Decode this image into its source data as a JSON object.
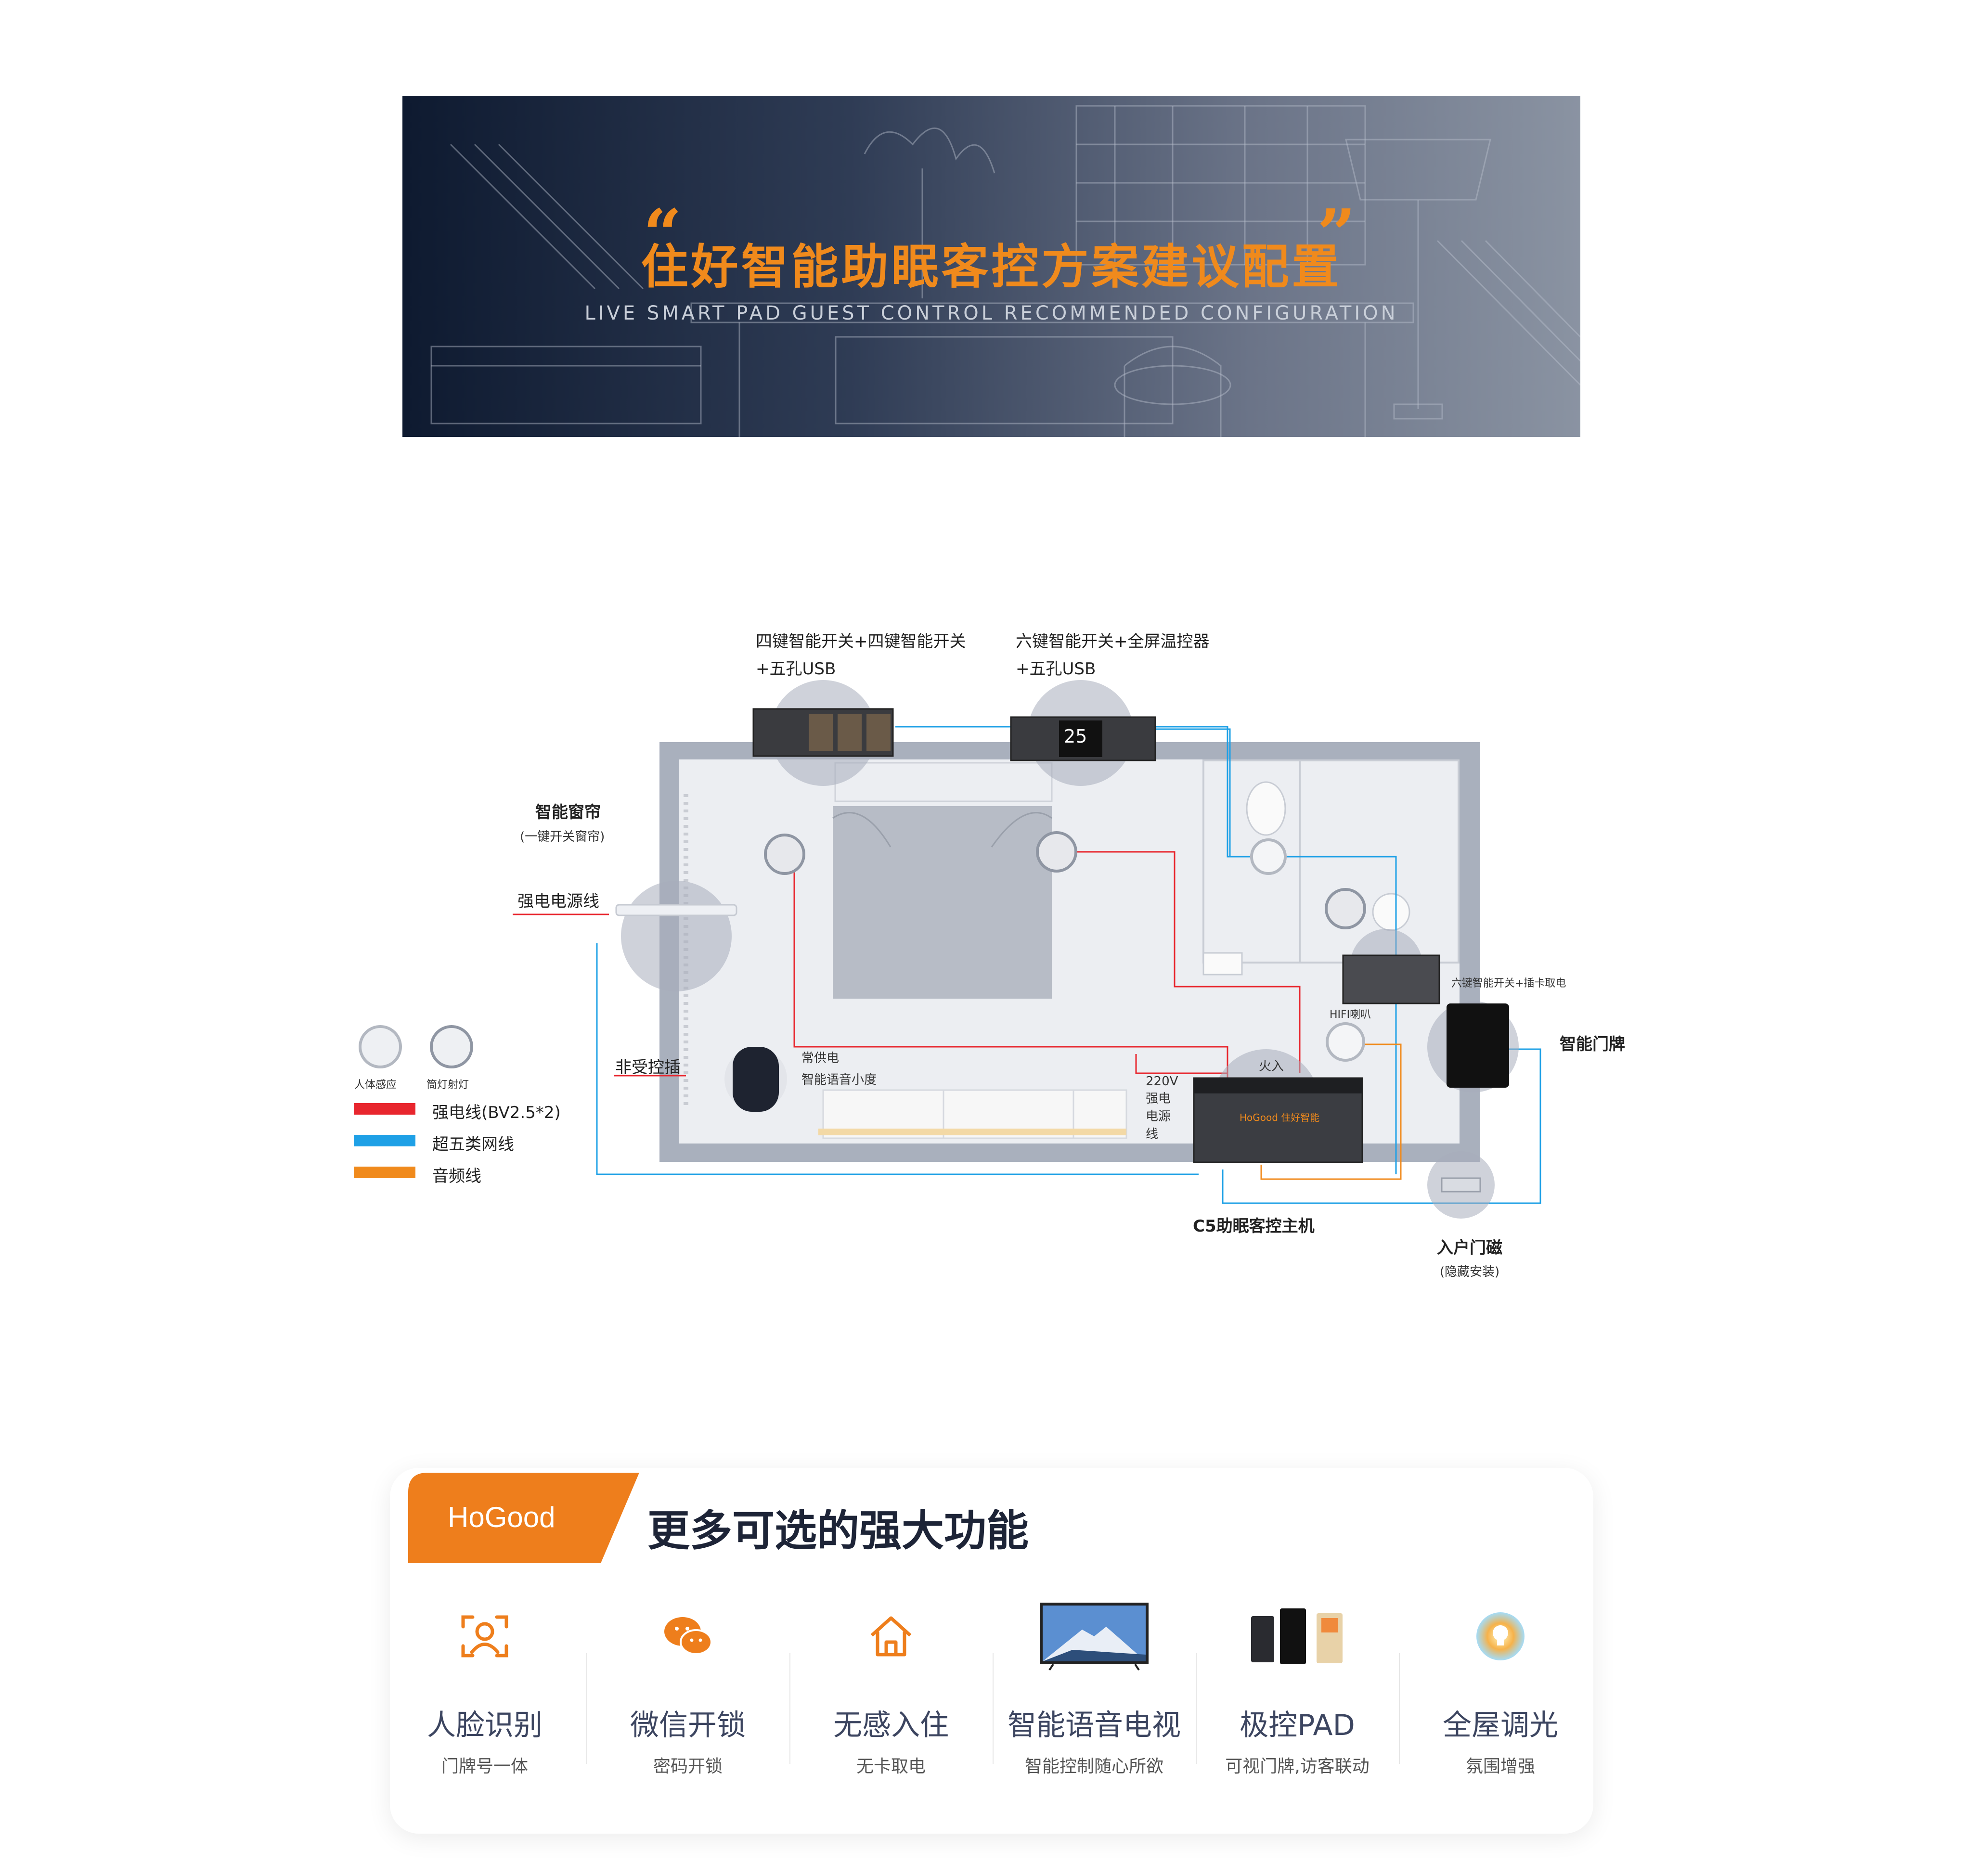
{
  "banner": {
    "open_quote": "“",
    "close_quote": "”",
    "title": "住好智能助眠客控方案建议配置",
    "subtitle": "LIVE SMART PAD GUEST CONTROL RECOMMENDED CONFIGURATION"
  },
  "diagram": {
    "switch_group_1": {
      "line1": "四键智能开关+四键智能开关",
      "line2": "+五孔USB"
    },
    "switch_group_2": {
      "line1": "六键智能开关+全屏温控器",
      "line2": "+五孔USB"
    },
    "thermostat_value": "25",
    "curtain": {
      "title": "智能窗帘",
      "note": "(一键开关窗帘)"
    },
    "power_line_label": "强电电源线",
    "non_controlled_socket": "非受控插",
    "speaker": {
      "line1": "常供电",
      "line2": "智能语音小度"
    },
    "voltage": {
      "line1": "220V",
      "line2": "强电",
      "line3": "电源",
      "line4": "线"
    },
    "live_wire": "火入",
    "hifi_label": "HIFI喇叭",
    "door_switch_label": "六键智能开关+插卡取电",
    "doorplate_label": "智能门牌",
    "host_label": "C5助眠客控主机",
    "host_brand": "HoGood 住好智能",
    "door_sensor": {
      "title": "入户门磁",
      "note": "(隐藏安装)"
    },
    "legend": {
      "icon1": "人体感应",
      "icon2": "筒灯射灯",
      "lines": [
        {
          "label": "强电线(BV2.5*2)",
          "color": "#e8262e"
        },
        {
          "label": "超五类网线",
          "color": "#1ea0e6"
        },
        {
          "label": "音频线",
          "color": "#f08a1c"
        }
      ]
    }
  },
  "features": {
    "brand": "HoGood",
    "title": "更多可选的强大功能",
    "items": [
      {
        "name": "人脸识别",
        "desc": "门牌号一体",
        "icon": "face-scan-icon"
      },
      {
        "name": "微信开锁",
        "desc": "密码开锁",
        "icon": "wechat-icon"
      },
      {
        "name": "无感入住",
        "desc": "无卡取电",
        "icon": "home-icon"
      },
      {
        "name": "智能语音电视",
        "desc": "智能控制随心所欲",
        "icon": "tv-icon"
      },
      {
        "name": "极控PAD",
        "desc": "可视门牌,访客联动",
        "icon": "pad-icon"
      },
      {
        "name": "全屋调光",
        "desc": "氛围增强",
        "icon": "bulb-color-icon"
      }
    ]
  },
  "colors": {
    "accent": "#f08a1c",
    "power": "#e8262e",
    "network": "#1ea0e6",
    "audio": "#f08a1c"
  }
}
